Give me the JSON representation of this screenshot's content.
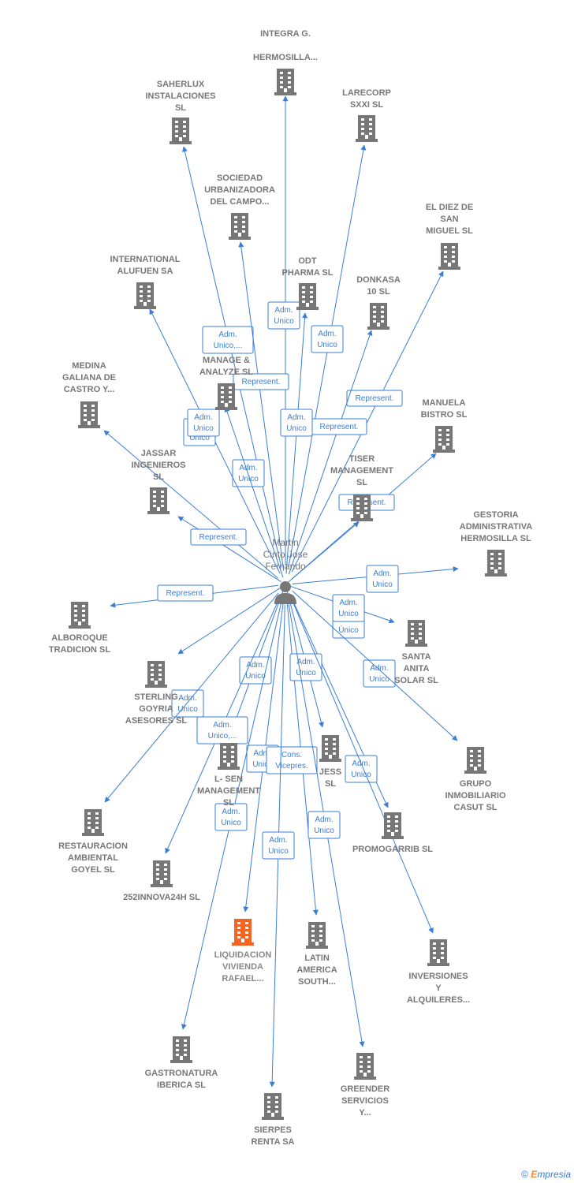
{
  "center": {
    "label_lines": [
      "Martin",
      "Cinto Jose",
      "Fernando"
    ],
    "icon": "person-icon"
  },
  "colors": {
    "edge": "#3a7fd5",
    "building": "#777777",
    "highlight": "#f26522",
    "label": "#777777"
  },
  "nodes": [
    {
      "id": "integra",
      "label_lines": [
        "INTEGRA G.",
        "",
        "HERMOSILLA..."
      ],
      "icon": "building-icon"
    },
    {
      "id": "saherlux",
      "label_lines": [
        "SAHERLUX",
        "INSTALACIONES",
        "SL"
      ],
      "icon": "building-icon"
    },
    {
      "id": "larecorp",
      "label_lines": [
        "LARECORP",
        "SXXI  SL"
      ],
      "icon": "building-icon"
    },
    {
      "id": "sociedad",
      "label_lines": [
        "SOCIEDAD",
        "URBANIZADORA",
        "DEL CAMPO..."
      ],
      "icon": "building-icon"
    },
    {
      "id": "eldiez",
      "label_lines": [
        "EL DIEZ DE",
        "SAN",
        "MIGUEL SL"
      ],
      "icon": "building-icon"
    },
    {
      "id": "international",
      "label_lines": [
        "INTERNATIONAL",
        "ALUFUEN SA"
      ],
      "icon": "building-icon"
    },
    {
      "id": "odt",
      "label_lines": [
        "ODT",
        "PHARMA SL"
      ],
      "icon": "building-icon"
    },
    {
      "id": "donkasa",
      "label_lines": [
        "DONKASA",
        "10 SL"
      ],
      "icon": "building-icon"
    },
    {
      "id": "manage",
      "label_lines": [
        "MANAGE &",
        "ANALYZE SL"
      ],
      "icon": "building-icon"
    },
    {
      "id": "medina",
      "label_lines": [
        "MEDINA",
        "GALIANA DE",
        "CASTRO Y..."
      ],
      "icon": "building-icon"
    },
    {
      "id": "manuela",
      "label_lines": [
        "MANUELA",
        "BISTRO  SL"
      ],
      "icon": "building-icon"
    },
    {
      "id": "jassar",
      "label_lines": [
        "JASSAR",
        "INGENIEROS",
        "SL"
      ],
      "icon": "building-icon"
    },
    {
      "id": "tiser",
      "label_lines": [
        "TISER",
        "MANAGEMENT",
        "SL"
      ],
      "icon": "building-icon"
    },
    {
      "id": "gestoria",
      "label_lines": [
        "GESTORIA",
        "ADMINISTRATIVA",
        "HERMOSILLA SL"
      ],
      "icon": "building-icon"
    },
    {
      "id": "alboroque",
      "label_lines": [
        "ALBOROQUE",
        "TRADICION  SL"
      ],
      "icon": "building-icon"
    },
    {
      "id": "santaanita",
      "label_lines": [
        "SANTA",
        "ANITA",
        "SOLAR SL"
      ],
      "icon": "building-icon"
    },
    {
      "id": "sterling",
      "label_lines": [
        "STERLING",
        "GOYRIA",
        "ASESORES SL"
      ],
      "icon": "building-icon"
    },
    {
      "id": "grupo",
      "label_lines": [
        "GRUPO",
        "INMOBILIARIO",
        "CASUT SL"
      ],
      "icon": "building-icon"
    },
    {
      "id": "lsen",
      "label_lines": [
        "L- SEN",
        "MANAGEMENT",
        "SL"
      ],
      "icon": "building-icon"
    },
    {
      "id": "jess",
      "label_lines": [
        "JESS",
        "SL"
      ],
      "icon": "building-icon"
    },
    {
      "id": "restauracion",
      "label_lines": [
        "RESTAURACION",
        "AMBIENTAL",
        "GOYEL SL"
      ],
      "icon": "building-icon"
    },
    {
      "id": "promogarrib",
      "label_lines": [
        "PROMOGARRIB SL"
      ],
      "icon": "building-icon"
    },
    {
      "id": "innova",
      "label_lines": [
        "252INNOVA24H SL"
      ],
      "icon": "building-icon"
    },
    {
      "id": "liquidacion",
      "label_lines": [
        "LIQUIDACION",
        "VIVIENDA",
        "RAFAEL..."
      ],
      "icon": "building-icon",
      "highlight": true
    },
    {
      "id": "latin",
      "label_lines": [
        "LATIN",
        "AMERICA",
        "SOUTH..."
      ],
      "icon": "building-icon"
    },
    {
      "id": "inversiones",
      "label_lines": [
        "INVERSIONES",
        "Y",
        "ALQUILERES..."
      ],
      "icon": "building-icon"
    },
    {
      "id": "gastronatura",
      "label_lines": [
        "GASTRONATURA",
        "IBERICA  SL"
      ],
      "icon": "building-icon"
    },
    {
      "id": "greender",
      "label_lines": [
        "GREENDER",
        "SERVICIOS",
        "Y..."
      ],
      "icon": "building-icon"
    },
    {
      "id": "sierpes",
      "label_lines": [
        "SIERPES",
        "RENTA SA"
      ],
      "icon": "building-icon"
    }
  ],
  "edges": [
    {
      "to": "integra",
      "label_lines": []
    },
    {
      "to": "saherlux",
      "label_lines": [
        "Adm.",
        "Unico,..."
      ]
    },
    {
      "to": "larecorp",
      "label_lines": [
        "Adm.",
        "Unico"
      ]
    },
    {
      "to": "sociedad",
      "label_lines": [
        "Adm.",
        "Unico"
      ]
    },
    {
      "to": "eldiez",
      "label_lines": [
        "Represent."
      ]
    },
    {
      "to": "international",
      "label_lines": [
        "Adm.",
        "Unico"
      ]
    },
    {
      "to": "odt",
      "label_lines": [
        "Adm.",
        "Unico"
      ]
    },
    {
      "to": "donkasa",
      "label_lines": [
        "Represent."
      ]
    },
    {
      "to": "manage",
      "label_lines": [
        "Represent."
      ]
    },
    {
      "to": "medina",
      "label_lines": [
        "Adm.",
        "Unico"
      ]
    },
    {
      "to": "manuela",
      "label_lines": [
        "Represent."
      ]
    },
    {
      "to": "jassar",
      "label_lines": [
        "Represent."
      ]
    },
    {
      "to": "tiser",
      "label_lines": [
        "Socio",
        "Único"
      ]
    },
    {
      "to": "gestoria",
      "label_lines": [
        "Adm.",
        "Unico"
      ]
    },
    {
      "to": "alboroque",
      "label_lines": [
        "Represent."
      ]
    },
    {
      "to": "santaanita",
      "label_lines": [
        "Adm.",
        "Unico"
      ]
    },
    {
      "to": "sterling",
      "label_lines": [
        "Adm.",
        "Unico"
      ]
    },
    {
      "to": "grupo",
      "label_lines": [
        "Adm.",
        "Unico"
      ]
    },
    {
      "to": "lsen",
      "label_lines": [
        "Adm.",
        "Unico"
      ]
    },
    {
      "to": "jess",
      "label_lines": [
        "Adm.",
        "Unico"
      ]
    },
    {
      "to": "restauracion",
      "label_lines": [
        "Adm.",
        "Unico"
      ]
    },
    {
      "to": "promogarrib",
      "label_lines": [
        "Adm.",
        "Unico"
      ]
    },
    {
      "to": "innova",
      "label_lines": [
        "Adm.",
        "Unico,..."
      ]
    },
    {
      "to": "liquidacion",
      "label_lines": [
        "Adm.",
        "Unico"
      ]
    },
    {
      "to": "latin",
      "label_lines": [
        "Adm.",
        "Unico"
      ]
    },
    {
      "to": "inversiones",
      "label_lines": [
        "Cons.",
        "Vicepres."
      ]
    },
    {
      "to": "gastronatura",
      "label_lines": [
        "Adm.",
        "Unico"
      ]
    },
    {
      "to": "greender",
      "label_lines": [
        "Adm.",
        "Unico"
      ]
    },
    {
      "to": "sierpes",
      "label_lines": [
        "Adm.",
        "Unico"
      ]
    }
  ],
  "footer": {
    "copyright_symbol": "©",
    "brand_initial": "E",
    "brand_rest": "mpresia"
  }
}
